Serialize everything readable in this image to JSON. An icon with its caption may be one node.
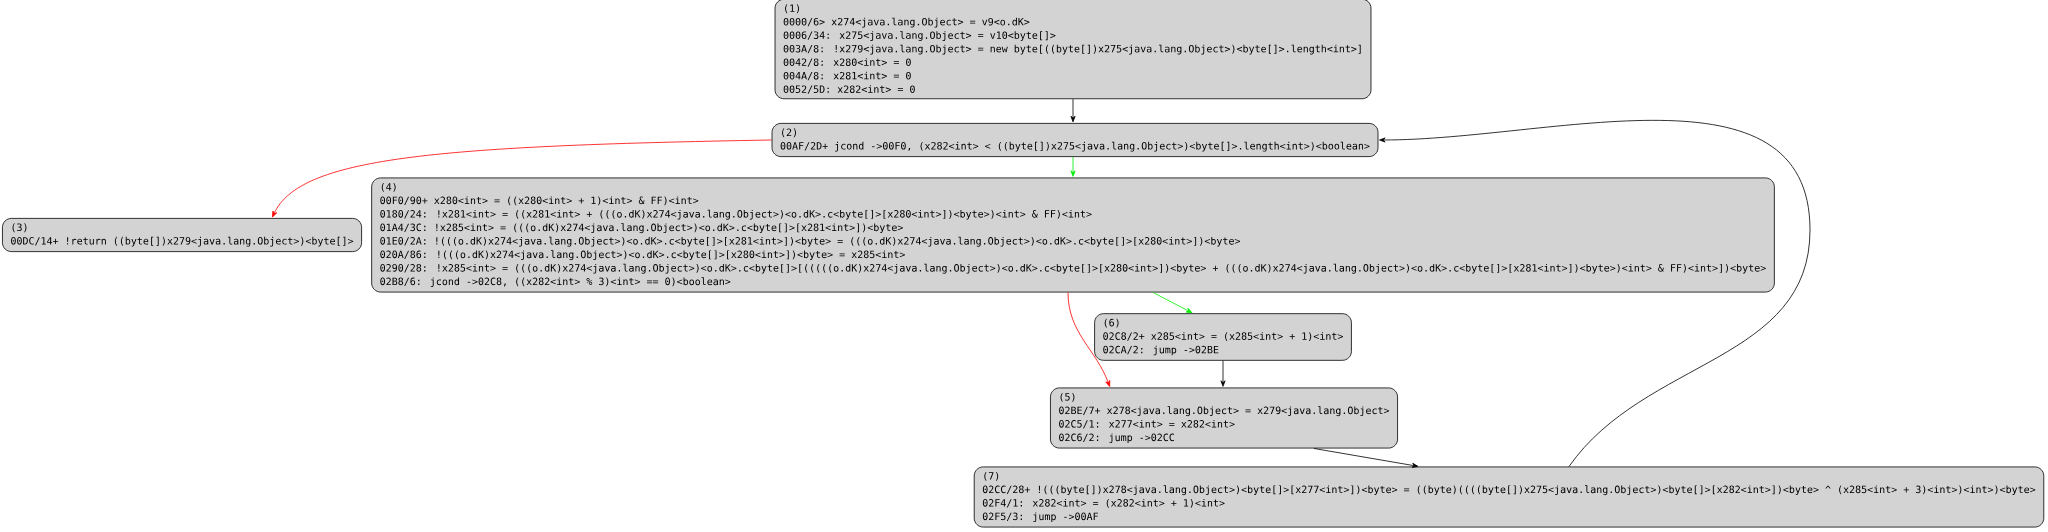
{
  "diagram": {
    "nodes": [
      {
        "text": [
          "(1)",
          "0000/6> x274<java.lang.Object> = v9<o.dK>",
          "0006/34: x275<java.lang.Object> = v10<byte[]>",
          "003A/8: !x279<java.lang.Object> = new byte[((byte[])x275<java.lang.Object>)<byte[]>.length<int>]",
          "0042/8: x280<int> = 0",
          "004A/8: x281<int> = 0",
          "0052/5D: x282<int> = 0"
        ]
      },
      {
        "text": [
          "(2)",
          "00AF/2D+ jcond ->00F0, (x282<int> < ((byte[])x275<java.lang.Object>)<byte[]>.length<int>)<boolean>"
        ]
      },
      {
        "text": [
          "(3)",
          "00DC/14+ !return ((byte[])x279<java.lang.Object>)<byte[]>"
        ]
      },
      {
        "text": [
          "(4)",
          "00F0/90+ x280<int> = ((x280<int> + 1)<int> & FF)<int>",
          "0180/24: !x281<int> = ((x281<int> + (((o.dK)x274<java.lang.Object>)<o.dK>.c<byte[]>[x280<int>])<byte>)<int> & FF)<int>",
          "01A4/3C: !x285<int> = (((o.dK)x274<java.lang.Object>)<o.dK>.c<byte[]>[x281<int>])<byte>",
          "01E0/2A: !(((o.dK)x274<java.lang.Object>)<o.dK>.c<byte[]>[x281<int>])<byte> = (((o.dK)x274<java.lang.Object>)<o.dK>.c<byte[]>[x280<int>])<byte>",
          "020A/86: !(((o.dK)x274<java.lang.Object>)<o.dK>.c<byte[]>[x280<int>])<byte> = x285<int>",
          "0290/28: !x285<int> = (((o.dK)x274<java.lang.Object>)<o.dK>.c<byte[]>[(((((o.dK)x274<java.lang.Object>)<o.dK>.c<byte[]>[x280<int>])<byte> + (((o.dK)x274<java.lang.Object>)<o.dK>.c<byte[]>[x281<int>])<byte>)<int> & FF)<int>])<byte>",
          "02B8/6: jcond ->02C8, ((x282<int> % 3)<int> == 0)<boolean>"
        ]
      },
      {
        "text": [
          "(5)",
          "02BE/7+ x278<java.lang.Object> = x279<java.lang.Object>",
          "02C5/1: x277<int> = x282<int>",
          "02C6/2: jump ->02CC"
        ]
      },
      {
        "text": [
          "(6)",
          "02C8/2+ x285<int> = (x285<int> + 1)<int>",
          "02CA/2: jump ->02BE"
        ]
      },
      {
        "text": [
          "(7)",
          "02CC/28+ !(((byte[])x278<java.lang.Object>)<byte[]>[x277<int>])<byte> = ((byte)((((byte[])x275<java.lang.Object>)<byte[]>[x282<int>])<byte> ^ (x285<int> + 3)<int>)<int>)<byte>",
          "02F4/1: x282<int> = (x282<int> + 1)<int>",
          "02F5/3: jump ->00AF"
        ]
      }
    ],
    "edges": [
      {
        "from": 0,
        "to": 1,
        "arrow": "to"
      },
      {
        "from": 1,
        "to": 2,
        "arrow": "to",
        "color": "#ff0000"
      },
      {
        "from": 1,
        "to": 3,
        "arrow": "to",
        "color": "#00ee00"
      },
      {
        "from": 3,
        "to": 4,
        "arrow": "to",
        "color": "#ff0000"
      },
      {
        "from": 3,
        "to": 5,
        "arrow": "to",
        "color": "#00ee00"
      },
      {
        "from": 5,
        "to": 4,
        "arrow": "to"
      },
      {
        "from": 4,
        "to": 6,
        "arrow": "to"
      },
      {
        "from": 6,
        "to": 1,
        "arrow": "to"
      }
    ]
  }
}
